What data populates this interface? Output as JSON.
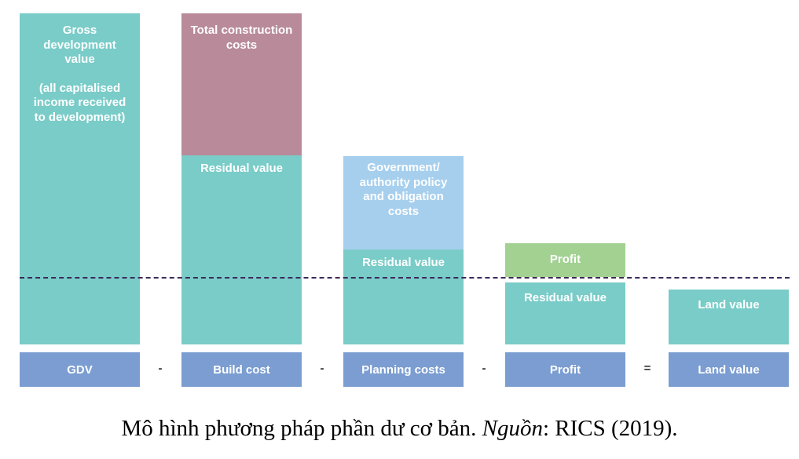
{
  "gdv_block": {
    "line1": "Gross",
    "line2": "development",
    "line3": "value",
    "line4": "(all capitalised",
    "line5": "income received",
    "line6": "to development)"
  },
  "build_block": {
    "costs_line1": "Total construction",
    "costs_line2": "costs",
    "residual": "Residual value"
  },
  "planning_block": {
    "costs_line1": "Government/",
    "costs_line2": "authority policy",
    "costs_line3": "and obligation",
    "costs_line4": "costs",
    "residual": "Residual value"
  },
  "profit_block": {
    "profit": "Profit",
    "residual": "Residual value"
  },
  "land_block": {
    "label": "Land value"
  },
  "footer": {
    "gdv": "GDV",
    "op1": "-",
    "build": "Build cost",
    "op2": "-",
    "planning": "Planning costs",
    "op3": "-",
    "profit": "Profit",
    "op4": "=",
    "land": "Land value"
  },
  "caption": {
    "main": "Mô hình phương pháp phần dư cơ bản. ",
    "source_label": "Nguồn",
    "source_rest": ": RICS (2019)."
  },
  "colors": {
    "residual": "#7accc8",
    "construction_costs": "#b98b9a",
    "policy_costs": "#a6cfee",
    "profit": "#a2d192",
    "footer": "#7b9dd1"
  }
}
